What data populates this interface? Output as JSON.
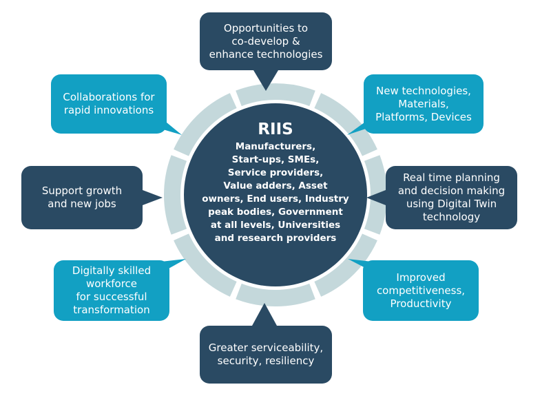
{
  "colors": {
    "dark": "#2a4a63",
    "teal": "#12a0c3",
    "ring": "#c4d8db",
    "white": "#ffffff"
  },
  "center": {
    "title": "RIIS",
    "lines": [
      "Manufacturers,",
      "Start-ups, SMEs,",
      "Service providers,",
      "Value adders, Asset",
      "owners, End users, Industry",
      "peak bodies, Government",
      "at all levels, Universities",
      "and research providers"
    ]
  },
  "nodes": [
    {
      "id": "co-develop",
      "color": "dark",
      "lines": [
        "Opportunities to",
        "co-develop &",
        "enhance technologies"
      ]
    },
    {
      "id": "new-technologies",
      "color": "teal",
      "lines": [
        "New technologies,",
        "Materials,",
        "Platforms, Devices"
      ]
    },
    {
      "id": "digital-twin",
      "color": "dark",
      "lines": [
        "Real time planning",
        "and decision making",
        "using Digital Twin",
        "technology"
      ]
    },
    {
      "id": "competitiveness",
      "color": "teal",
      "lines": [
        "Improved",
        "competitiveness,",
        "Productivity"
      ]
    },
    {
      "id": "serviceability",
      "color": "dark",
      "lines": [
        "Greater serviceability,",
        "security, resiliency"
      ]
    },
    {
      "id": "skilled-workforce",
      "color": "teal",
      "lines": [
        "Digitally skilled",
        "workforce",
        "for successful",
        "transformation"
      ]
    },
    {
      "id": "growth-jobs",
      "color": "dark",
      "lines": [
        "Support growth",
        "and new jobs"
      ]
    },
    {
      "id": "collaborations",
      "color": "teal",
      "lines": [
        "Collaborations for",
        "rapid innovations"
      ]
    }
  ]
}
